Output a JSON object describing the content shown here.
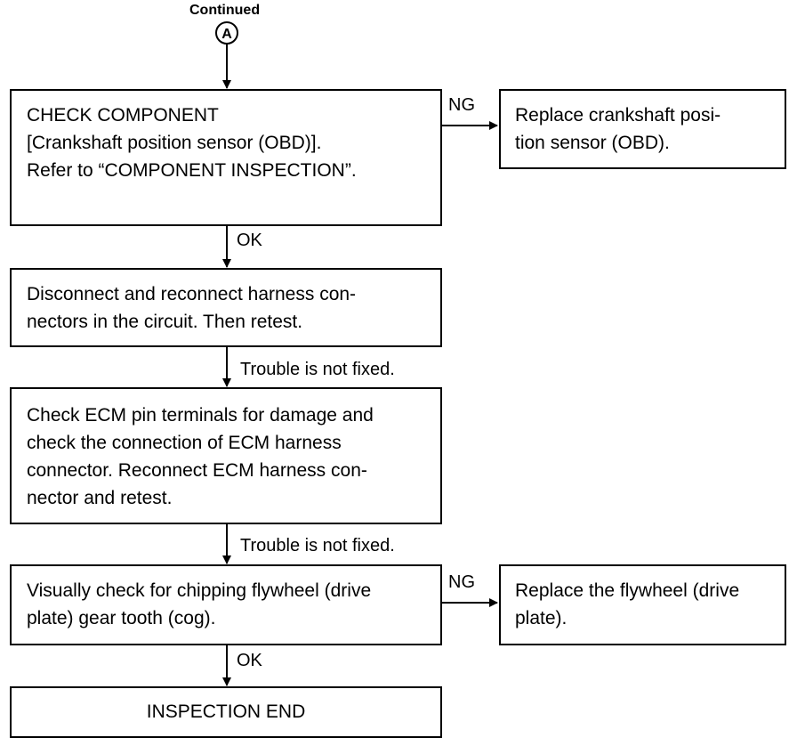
{
  "header": {
    "continued_label": "Continued",
    "connector_letter": "A"
  },
  "steps": {
    "check_component": {
      "lines": [
        "CHECK COMPONENT",
        "[Crankshaft position sensor (OBD)].",
        "Refer to “COMPONENT INSPECTION”."
      ]
    },
    "replace_sensor": {
      "lines": [
        "Replace crankshaft posi-",
        "tion sensor (OBD)."
      ]
    },
    "reconnect_harness": {
      "lines": [
        "Disconnect and reconnect harness con-",
        "nectors in the circuit. Then retest."
      ]
    },
    "check_ecm": {
      "lines": [
        "Check ECM pin terminals for damage and",
        "check the connection of ECM harness",
        "connector. Reconnect ECM harness con-",
        "nector and retest."
      ]
    },
    "check_flywheel": {
      "lines": [
        "Visually check for chipping flywheel (drive",
        "plate) gear tooth (cog)."
      ]
    },
    "replace_flywheel": {
      "lines": [
        "Replace the flywheel (drive",
        "plate)."
      ]
    },
    "inspection_end": {
      "text": "INSPECTION END"
    }
  },
  "edges": {
    "ng_1": "NG",
    "ok_1": "OK",
    "not_fixed_1": "Trouble is not fixed.",
    "not_fixed_2": "Trouble is not fixed.",
    "ng_2": "NG",
    "ok_2": "OK"
  }
}
